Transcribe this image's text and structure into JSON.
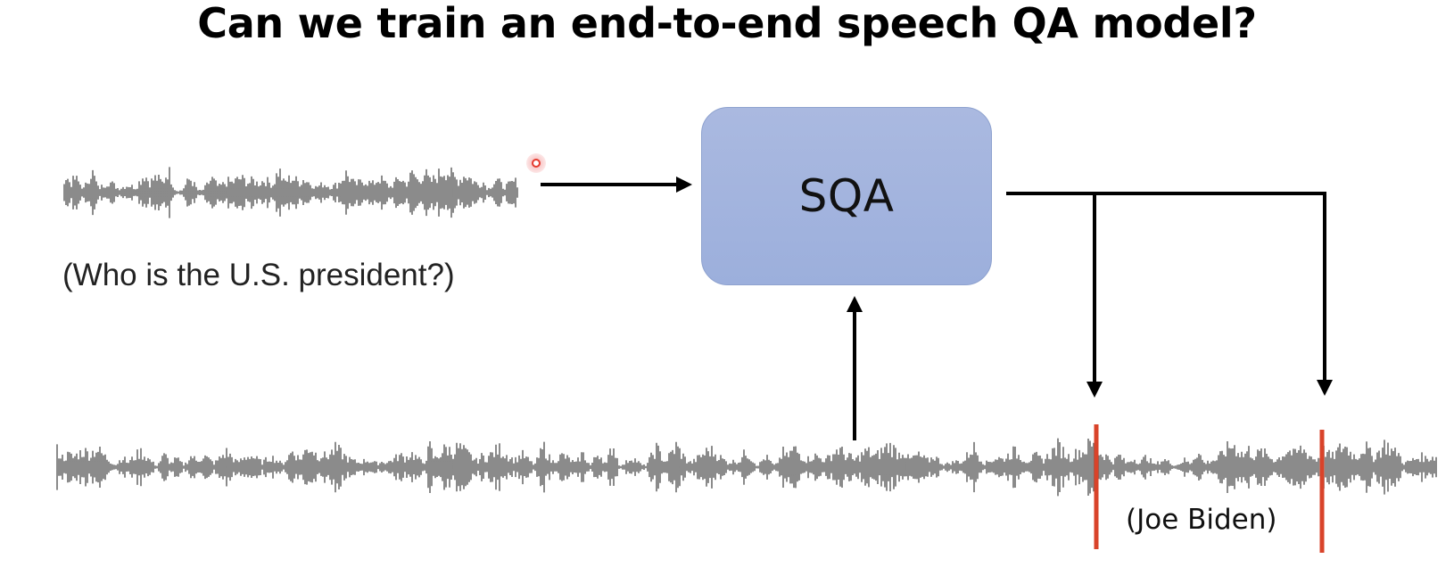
{
  "title": "Can we train an end-to-end speech QA model?",
  "question_label": "(Who is the U.S. president?)",
  "model_label": "SQA",
  "answer_label": "(Joe Biden)",
  "colors": {
    "model_box": "#a6b6df",
    "answer_marker": "#d9432a",
    "waveform": "#6e6e6e",
    "arrow": "#000000",
    "pointer": "#e53a2e"
  },
  "icons": {
    "pointer": "laser-pointer-icon"
  }
}
